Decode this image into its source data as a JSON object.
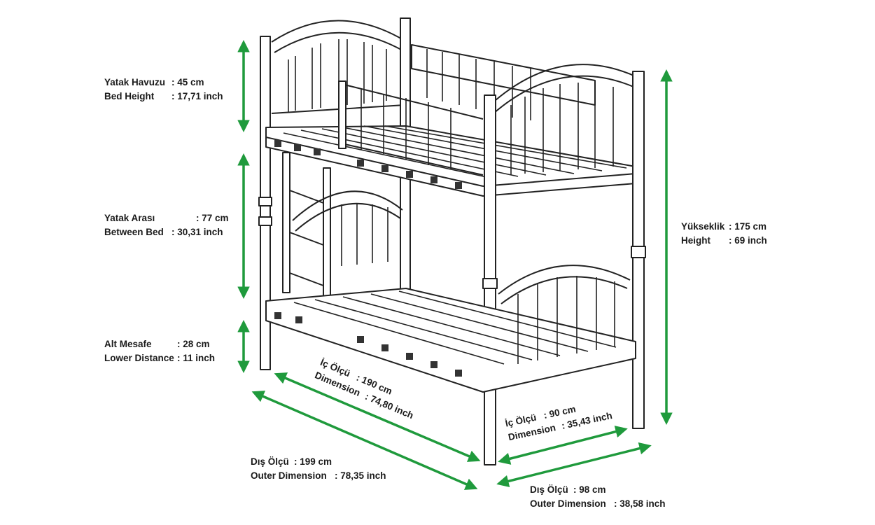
{
  "colors": {
    "arrow": "#1f9a3c",
    "line": "#222222",
    "fill": "#ffffff"
  },
  "labels": {
    "bed_height": {
      "tr_label": "Yatak Havuzu",
      "tr_value": ": 45 cm",
      "en_label": "Bed Height",
      "en_value": ": 17,71 inch"
    },
    "between_bed": {
      "tr_label": "Yatak Arası",
      "tr_value": ": 77 cm",
      "en_label": "Between Bed",
      "en_value": ": 30,31 inch"
    },
    "lower_distance": {
      "tr_label": "Alt Mesafe",
      "tr_value": ": 28 cm",
      "en_label": "Lower Distance",
      "en_value": ": 11 inch"
    },
    "height": {
      "tr_label": "Yükseklik",
      "tr_value": ": 175 cm",
      "en_label": "Height",
      "en_value": ": 69 inch"
    },
    "inner_length": {
      "tr_label": "İç Ölçü",
      "tr_value": ":  190 cm",
      "en_label": "Dimension",
      "en_value": ":  74,80 inch"
    },
    "inner_width": {
      "tr_label": "İç Ölçü",
      "tr_value": ":  90 cm",
      "en_label": "Dimension",
      "en_value": ":  35,43 inch"
    },
    "outer_length": {
      "tr_label": "Dış Ölçü",
      "tr_value": ":  199 cm",
      "en_label": "Outer Dimension",
      "en_value": ": 78,35 inch"
    },
    "outer_width": {
      "tr_label": "Dış Ölçü",
      "tr_value": ":  98 cm",
      "en_label": "Outer Dimension",
      "en_value": ": 38,58 inch"
    }
  }
}
